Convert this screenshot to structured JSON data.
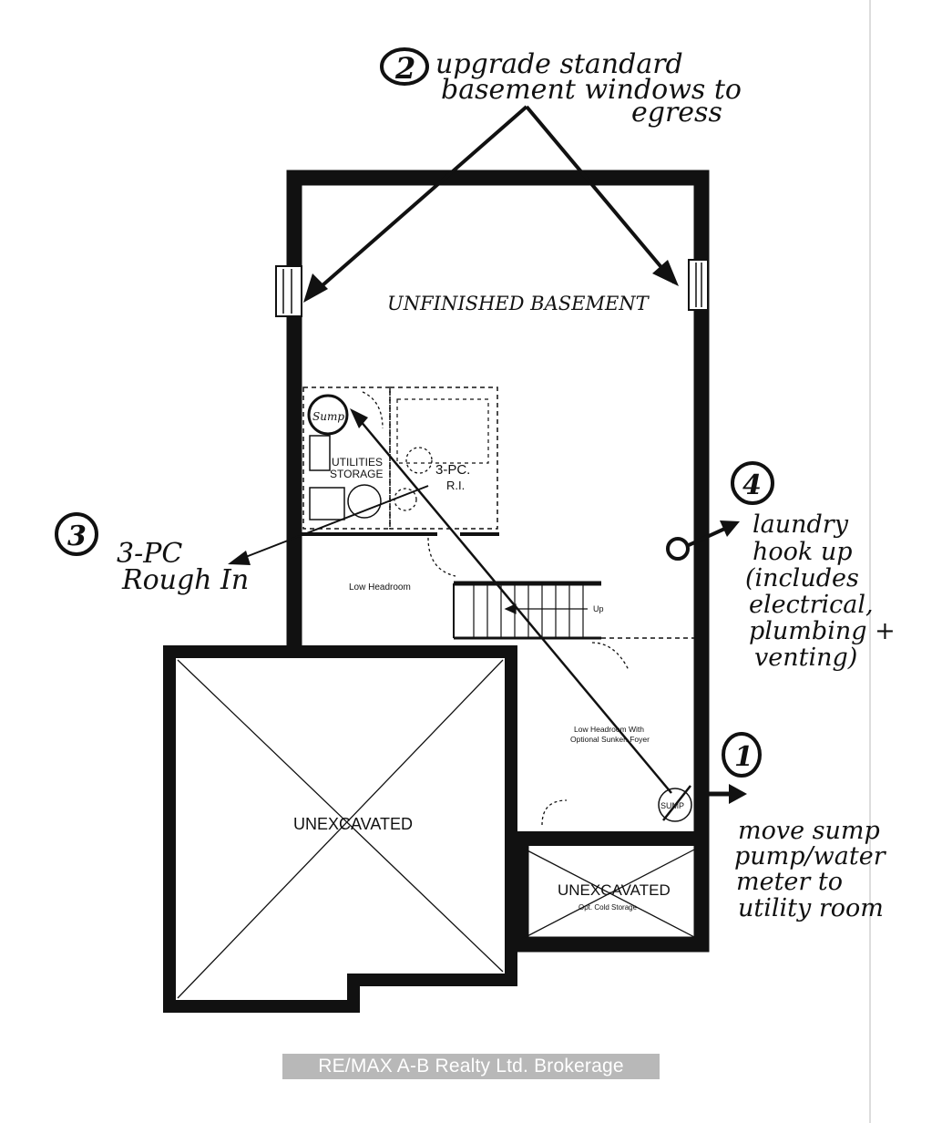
{
  "plan": {
    "unfinished_basement": "UNFINISHED BASEMENT",
    "sump_top": "Sump",
    "utilities_line1": "UTILITIES",
    "utilities_line2": "STORAGE",
    "ri_line1": "3-PC.",
    "ri_line2": "R.I.",
    "low_headroom": "Low Headroom",
    "stairs_up": "Up",
    "low_headroom_foyer_line1": "Low Headroom With",
    "low_headroom_foyer_line2": "Optional Sunken Foyer",
    "sump_bottom": "SUMP",
    "unexcavated_main": "UNEXCAVATED",
    "unexcavated_small": "UNEXCAVATED",
    "cold_storage": "Opt. Cold Storage"
  },
  "notes": {
    "n1": {
      "number": "1",
      "lines": [
        "move sump",
        "pump/water",
        "meter to",
        "utility room"
      ]
    },
    "n2": {
      "number": "2",
      "lines": [
        "upgrade standard",
        "basement windows to",
        "egress"
      ]
    },
    "n3": {
      "number": "3",
      "lines": [
        "3-PC",
        "Rough In"
      ]
    },
    "n4": {
      "number": "4",
      "lines": [
        "laundry",
        "hook up",
        "(includes",
        "electrical,",
        "plumbing +",
        "venting)"
      ]
    }
  },
  "watermark": "RE/MAX A-B Realty Ltd. Brokerage",
  "colors": {
    "ink": "#111111",
    "paper": "#ffffff"
  }
}
